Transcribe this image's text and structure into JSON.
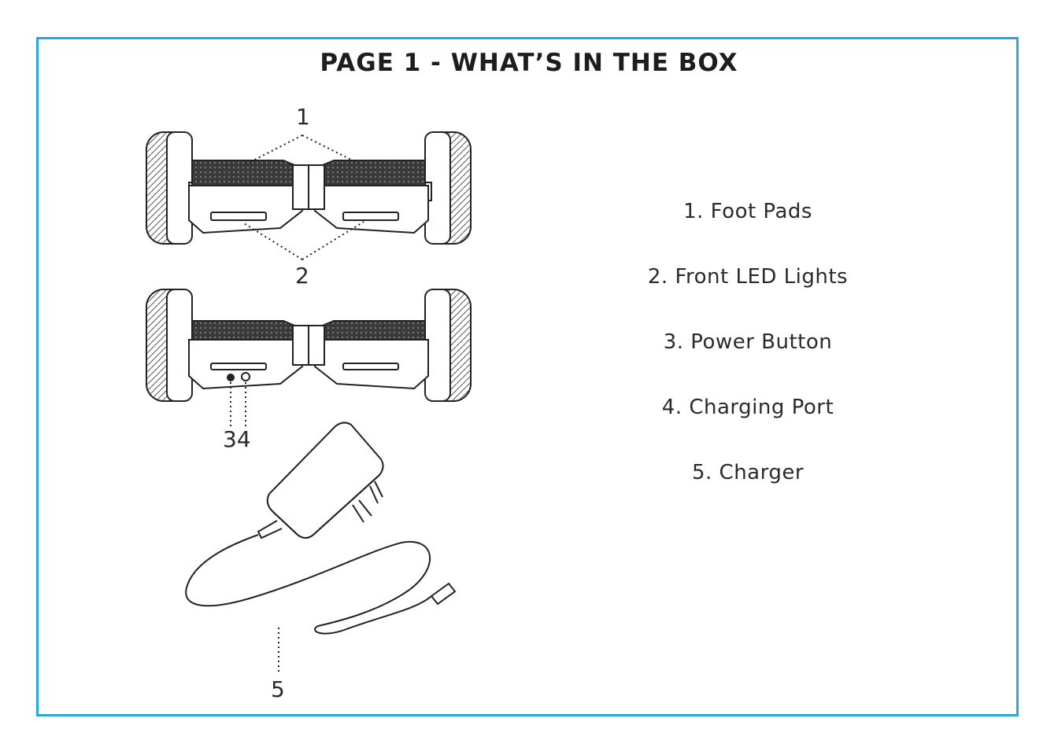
{
  "title": "PAGE 1 - WHAT’S IN THE BOX",
  "callouts": {
    "c1": "1",
    "c2": "2",
    "c34": "34",
    "c5": "5"
  },
  "legend": [
    {
      "text": "1. Foot Pads"
    },
    {
      "text": "2. Front LED Lights"
    },
    {
      "text": "3. Power Button"
    },
    {
      "text": "4. Charging Port"
    },
    {
      "text": "5. Charger"
    }
  ],
  "colors": {
    "frame": "#2aa7dc",
    "ink": "#222222"
  }
}
